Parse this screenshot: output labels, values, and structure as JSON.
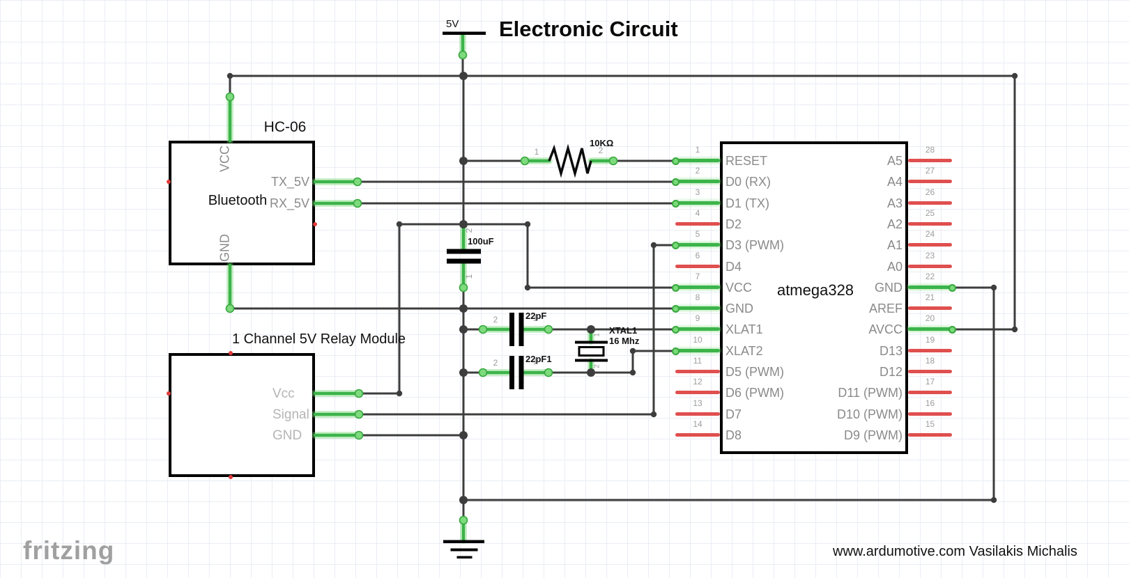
{
  "title": "Electronic Circuit",
  "power": {
    "label": "5V"
  },
  "hc06": {
    "title": "HC-06",
    "name": "Bluetooth",
    "pin_top": "VCC",
    "pin_right1": "TX_5V",
    "pin_right2": "RX_5V",
    "pin_bottom": "GND"
  },
  "relay": {
    "title": "1 Channel 5V Relay Module",
    "pins": [
      "Vcc",
      "Signal",
      "GND"
    ]
  },
  "chip": {
    "label": "atmega328",
    "left_pins": [
      {
        "num": "1",
        "label": "RESET",
        "wire": "green"
      },
      {
        "num": "2",
        "label": "D0 (RX)",
        "wire": "green"
      },
      {
        "num": "3",
        "label": "D1 (TX)",
        "wire": "green"
      },
      {
        "num": "4",
        "label": "D2",
        "wire": "red"
      },
      {
        "num": "5",
        "label": "D3 (PWM)",
        "wire": "green"
      },
      {
        "num": "6",
        "label": "D4",
        "wire": "red"
      },
      {
        "num": "7",
        "label": "VCC",
        "wire": "green"
      },
      {
        "num": "8",
        "label": "GND",
        "wire": "green"
      },
      {
        "num": "9",
        "label": "XLAT1",
        "wire": "green"
      },
      {
        "num": "10",
        "label": "XLAT2",
        "wire": "green"
      },
      {
        "num": "11",
        "label": "D5 (PWM)",
        "wire": "red"
      },
      {
        "num": "12",
        "label": "D6 (PWM)",
        "wire": "red"
      },
      {
        "num": "13",
        "label": "D7",
        "wire": "red"
      },
      {
        "num": "14",
        "label": "D8",
        "wire": "red"
      }
    ],
    "right_pins": [
      {
        "num": "28",
        "label": "A5",
        "wire": "red"
      },
      {
        "num": "27",
        "label": "A4",
        "wire": "red"
      },
      {
        "num": "26",
        "label": "A3",
        "wire": "red"
      },
      {
        "num": "25",
        "label": "A2",
        "wire": "red"
      },
      {
        "num": "24",
        "label": "A1",
        "wire": "red"
      },
      {
        "num": "23",
        "label": "A0",
        "wire": "red"
      },
      {
        "num": "22",
        "label": "GND",
        "wire": "green"
      },
      {
        "num": "21",
        "label": "AREF",
        "wire": "red"
      },
      {
        "num": "20",
        "label": "AVCC",
        "wire": "green"
      },
      {
        "num": "19",
        "label": "D13",
        "wire": "red"
      },
      {
        "num": "18",
        "label": "D12",
        "wire": "red"
      },
      {
        "num": "17",
        "label": "D11 (PWM)",
        "wire": "red"
      },
      {
        "num": "16",
        "label": "D10 (PWM)",
        "wire": "red"
      },
      {
        "num": "15",
        "label": "D9 (PWM)",
        "wire": "red"
      }
    ]
  },
  "resistor": {
    "value": "10KΩ",
    "pin1": "1",
    "pin2": "2"
  },
  "cap_100uf": {
    "value": "100uF",
    "pin1": "1",
    "pin2": "2"
  },
  "cap_22pf": {
    "value": "22pF",
    "pin1": "1",
    "pin2": "2"
  },
  "cap_22pf1": {
    "value": "22pF1",
    "pin1": "1",
    "pin2": "2"
  },
  "crystal": {
    "name": "XTAL1",
    "value": "16 Mhz",
    "pin1": "1",
    "pin2": "2"
  },
  "watermark": "fritzing",
  "credit": "www.ardumotive.com Vasilakis Michalis",
  "colors": {
    "wire": "#3d3d3d",
    "connected": "#3cb44a",
    "unconnected": "#e04f4f",
    "grid": "#e9edf4"
  }
}
